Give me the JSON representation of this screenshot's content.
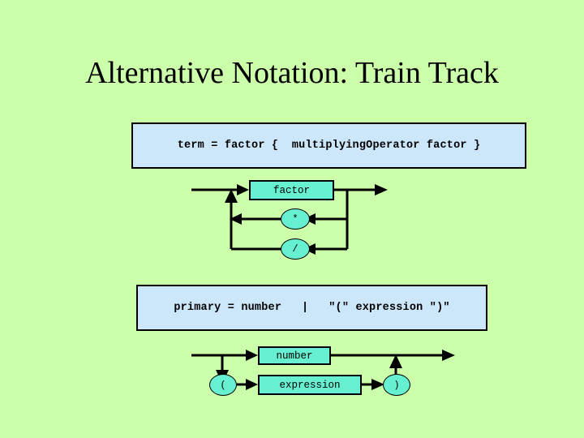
{
  "slide": {
    "title": "Alternative Notation: Train Track",
    "background_color": "#ccffaa",
    "title_color": "#000000"
  },
  "colors": {
    "background": "#ccffaa",
    "code_box_fill": "#cce6fa",
    "node_fill": "#66efd0",
    "outline": "#000000",
    "rail": "#000000"
  },
  "grammar": {
    "rule_1": {
      "text": "term = factor {  multiplyingOperator factor }"
    },
    "rule_2": {
      "text": "primary = number   |   \"(\" expression \")\""
    }
  },
  "diagram_1": {
    "name": "term-train-track",
    "nodes": {
      "factor": "factor",
      "star": "*",
      "slash": "/"
    }
  },
  "diagram_2": {
    "name": "primary-train-track",
    "nodes": {
      "number": "number",
      "expression": "expression",
      "open_paren": "(",
      "close_paren": ")"
    }
  }
}
